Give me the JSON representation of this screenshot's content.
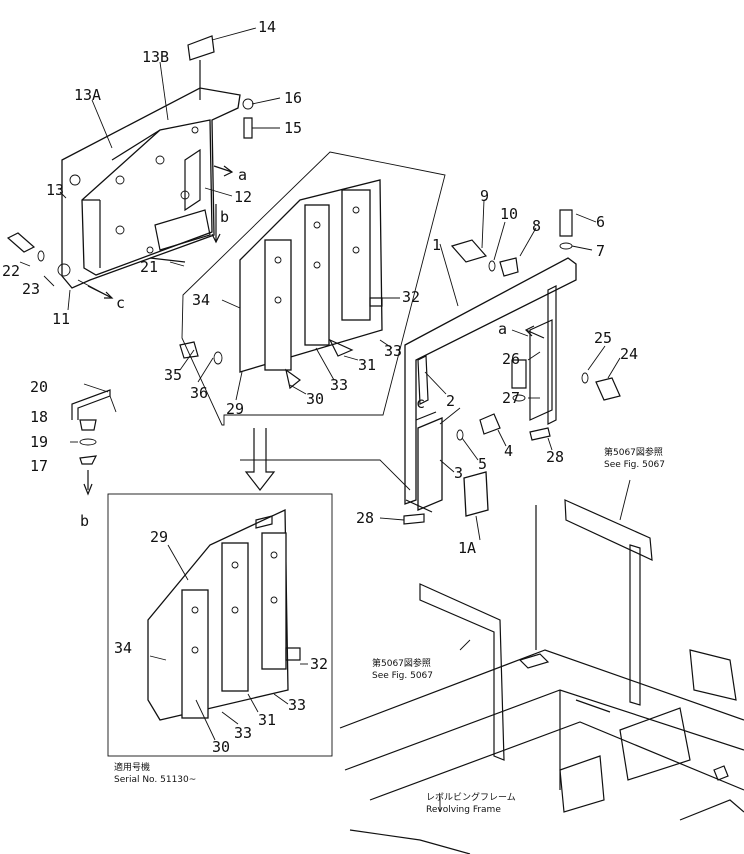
{
  "labels": {
    "l1": "1",
    "l1A": "1A",
    "l2": "2",
    "l3": "3",
    "l4": "4",
    "l5": "5",
    "l6": "6",
    "l7": "7",
    "l8": "8",
    "l9": "9",
    "l10": "10",
    "l11": "11",
    "l12": "12",
    "l13": "13",
    "l13A": "13A",
    "l13B": "13B",
    "l14": "14",
    "l15": "15",
    "l16": "16",
    "l17": "17",
    "l18": "18",
    "l19": "19",
    "l20": "20",
    "l21": "21",
    "l22": "22",
    "l23": "23",
    "l24": "24",
    "l25": "25",
    "l26": "26",
    "l27": "27",
    "l28a": "28",
    "l28b": "28",
    "l29a": "29",
    "l29b": "29",
    "l30a": "30",
    "l30b": "30",
    "l31a": "31",
    "l31b": "31",
    "l32a": "32",
    "l32b": "32",
    "l33a": "33",
    "l33b": "33",
    "l33c": "33",
    "l33d": "33",
    "l34a": "34",
    "l34b": "34",
    "l35": "35",
    "l36": "36",
    "la1": "a",
    "la2": "a",
    "lb1": "b",
    "lb2": "b",
    "lc1": "c",
    "lc2": "c"
  },
  "notes": {
    "ref1_jp": "第5067図参照",
    "ref1_en": "See Fig. 5067",
    "ref2_jp": "第5067図参照",
    "ref2_en": "See Fig. 5067",
    "serial_jp": "適用号機",
    "serial_en": "Serial No. 51130~",
    "frame_jp": "レボルビングフレーム",
    "frame_en": "Revolving Frame"
  }
}
